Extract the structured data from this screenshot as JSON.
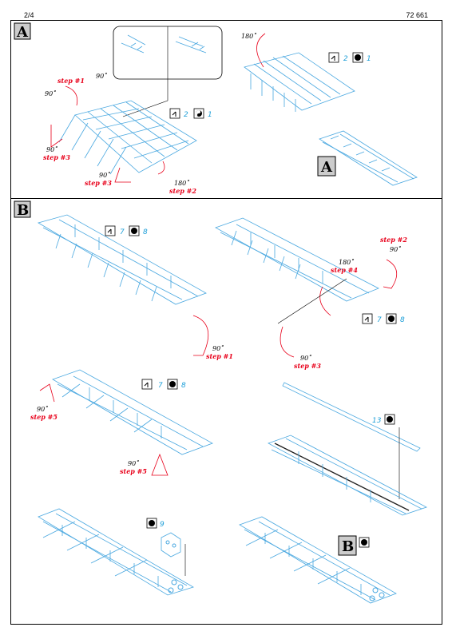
{
  "header": {
    "page": "2/4",
    "code": "72 661"
  },
  "sectionA": {
    "label": "A",
    "corner_label": "A",
    "icon_count_top": "2",
    "icon_num_top": "1",
    "icon_count_mid": "2",
    "icon_num_mid": "1",
    "angle_top": "180˚",
    "step1": "step #1",
    "step1_angle": "90˚",
    "step_left_angle": "90˚",
    "step3": "step #3",
    "step3_angle": "90˚",
    "step2b": "step #3",
    "step2b_angle": "90˚",
    "step4": "step #2",
    "step4_angle": "180˚"
  },
  "sectionB": {
    "label": "B",
    "corner_label": "B",
    "f1_count": "7",
    "f1_num": "8",
    "f1_angle": "90˚",
    "f1_step": "step #1",
    "f2_step2": "step #2",
    "f2_angle2": "90˚",
    "f2_angle4": "180˚",
    "f2_step4": "step #4",
    "f2_count": "7",
    "f2_num": "8",
    "f2_angle3": "90˚",
    "f2_step3": "step #3",
    "f3_count": "7",
    "f3_num": "8",
    "f3_angle_left": "90˚",
    "f3_step_left": "step #5",
    "f3_angle_right": "90˚",
    "f3_step_right": "step #5",
    "f4_num": "13",
    "f5_num": "9"
  },
  "colors": {
    "part_blue": "#4aa8e0",
    "step_red": "#e8001a",
    "icon_cyan": "#1e9fd8"
  }
}
